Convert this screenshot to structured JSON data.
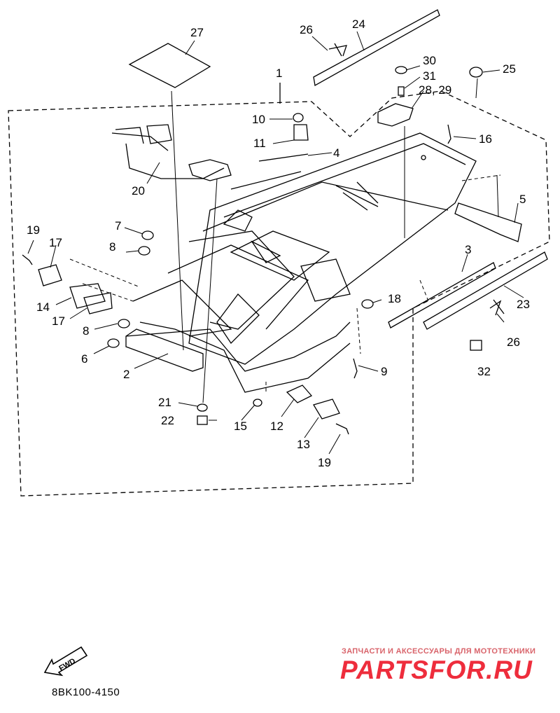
{
  "diagram": {
    "part_code": "8BK100-4150",
    "fwd_label": "FWD",
    "watermark": {
      "subtitle": "ЗАПЧАСТИ И АКСЕССУАРЫ ДЛЯ МОТОТЕХНИКИ",
      "logo": "PARTSFOR.RU"
    },
    "callouts": {
      "c1": "1",
      "c2": "2",
      "c3": "3",
      "c4": "4",
      "c5": "5",
      "c6": "6",
      "c7": "7",
      "c8a": "8",
      "c8b": "8",
      "c9": "9",
      "c10": "10",
      "c11": "11",
      "c12": "12",
      "c13": "13",
      "c14": "14",
      "c15": "15",
      "c16": "16",
      "c17a": "17",
      "c17b": "17",
      "c18": "18",
      "c19a": "19",
      "c19b": "19",
      "c20": "20",
      "c21": "21",
      "c22": "22",
      "c23": "23",
      "c24": "24",
      "c25": "25",
      "c26a": "26",
      "c26b": "26",
      "c27": "27",
      "c28": "28, 29",
      "c30": "30",
      "c31": "31",
      "c32": "32"
    }
  }
}
